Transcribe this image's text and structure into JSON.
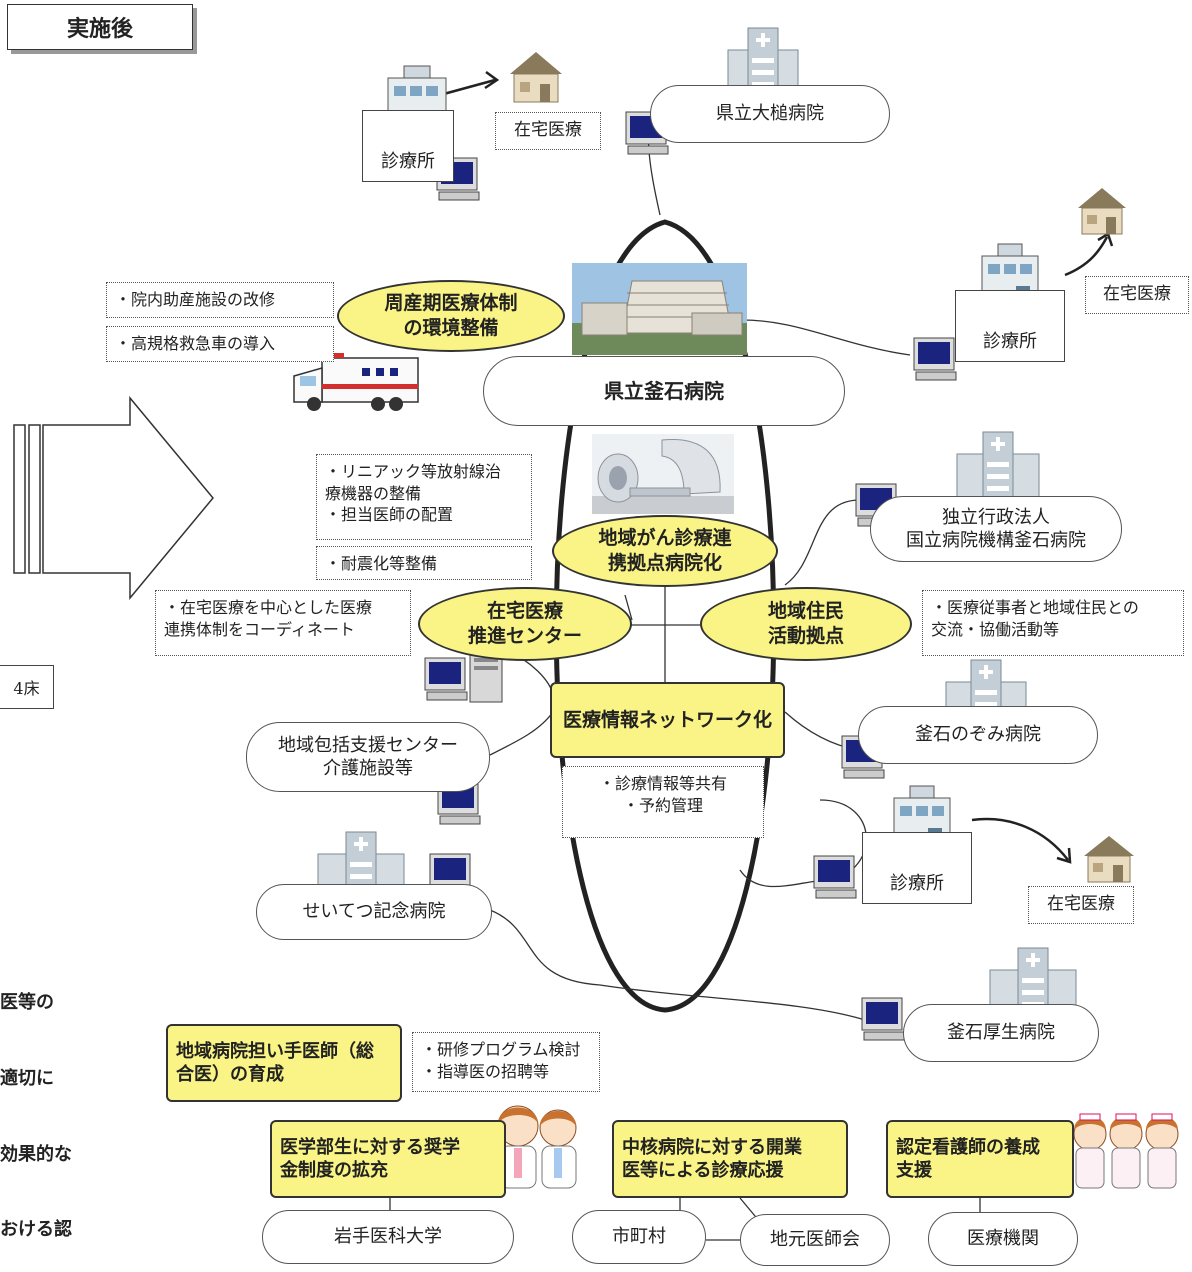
{
  "header": {
    "title": "実施後"
  },
  "hub": {
    "label": "県立釜石病院"
  },
  "hospitals": {
    "otsuchi": "県立大槌病院",
    "nho_line1": "独立行政法人",
    "nho_line2": "国立病院機構釜石病院",
    "nozomi": "釜石のぞみ病院",
    "seitetsu": "せいてつ記念病院",
    "kosei": "釜石厚生病院"
  },
  "clinics": {
    "label": "診療所"
  },
  "home_care": {
    "label": "在宅医療"
  },
  "ellipses": {
    "perinatal_line1": "周産期医療体制",
    "perinatal_line2": "の環境整備",
    "cancer_line1": "地域がん診療連",
    "cancer_line2": "携拠点病院化",
    "homecare_line1": "在宅医療",
    "homecare_line2": "推進センター",
    "residents_line1": "地域住民",
    "residents_line2": "活動拠点"
  },
  "network": {
    "label": "医療情報ネットワーク化"
  },
  "notes": {
    "perinatal_1": "・院内助産施設の改修",
    "perinatal_2": "・高規格救急車の導入",
    "cancer_1": "・リニアック等放射線治",
    "cancer_2": "療機器の整備",
    "cancer_3": "・担当医師の配置",
    "quake": "・耐震化等整備",
    "homecare_1": "・在宅医療を中心とした医療",
    "homecare_2": "連携体制をコーディネート",
    "residents_1": "・医療従事者と地域住民との",
    "residents_2": "交流・協働活動等",
    "network_1": "・診療情報等共有",
    "network_2": "・予約管理",
    "training_1": "・研修プログラム検討",
    "training_2": "・指導医の招聘等"
  },
  "care_support": {
    "line1": "地域包括支援センター",
    "line2": "介護施設等"
  },
  "left_fragments": {
    "beds": "4床",
    "frag1": "医等の",
    "frag2": "適切に",
    "frag3": "効果的な",
    "frag4": "おける認"
  },
  "bottom": {
    "training_line1": "地域病院担い手医師（総",
    "training_line2": "合医）の育成",
    "scholarship_line1": "医学部生に対する奨学",
    "scholarship_line2": "金制度の拡充",
    "support_line1": "中核病院に対する開業",
    "support_line2": "医等による診療応援",
    "nurse_line1": "認定看護師の養成",
    "nurse_line2": "支援",
    "iwate": "岩手医科大学",
    "municipality": "市町村",
    "local_assoc": "地元医師会",
    "medical_inst": "医療機関"
  },
  "colors": {
    "accent_yellow": "#f9f485",
    "line": "#333333",
    "home_roof": "#8a7a5c",
    "screen": "#1a237e"
  }
}
